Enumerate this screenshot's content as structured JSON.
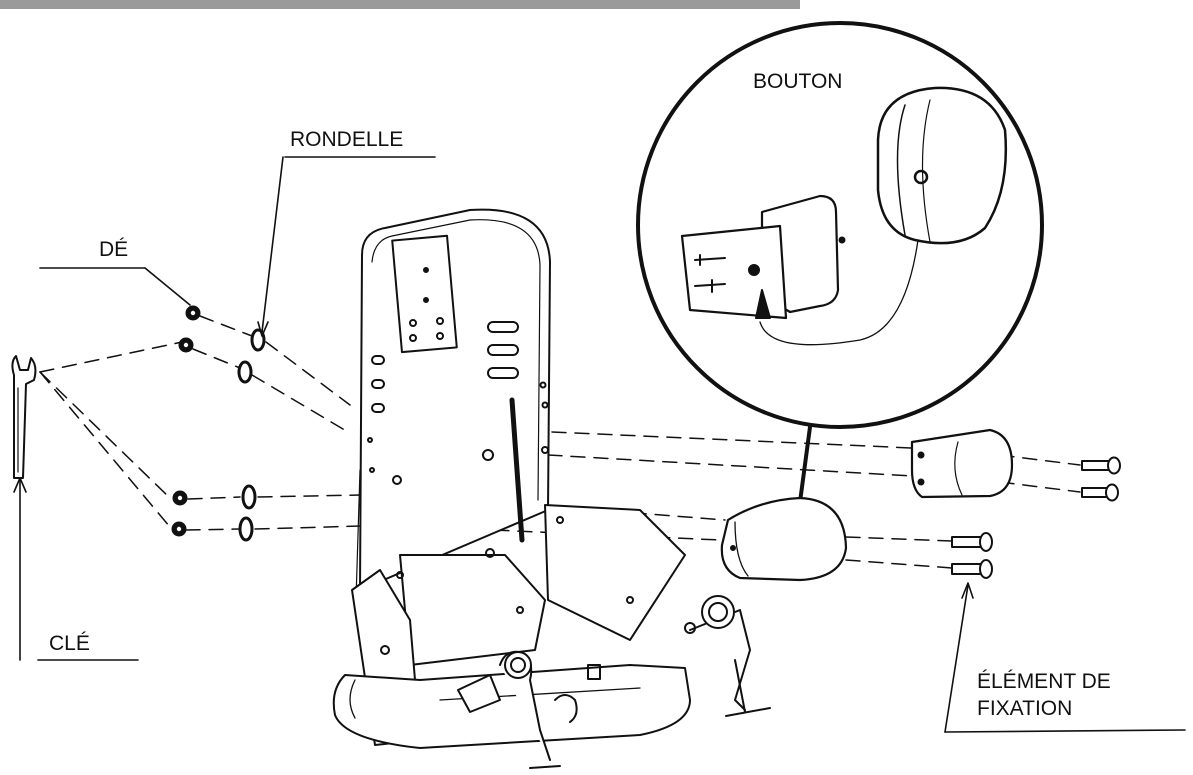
{
  "labels": {
    "rondelle": "RONDELLE",
    "de": "DÉ",
    "cle": "CLÉ",
    "bouton": "BOUTON",
    "element_de_fixation": "ÉLÉMENT DE\nFIXATION"
  },
  "colors": {
    "line": "#111111",
    "top_bar": "#9a9a9a",
    "background": "#ffffff"
  }
}
